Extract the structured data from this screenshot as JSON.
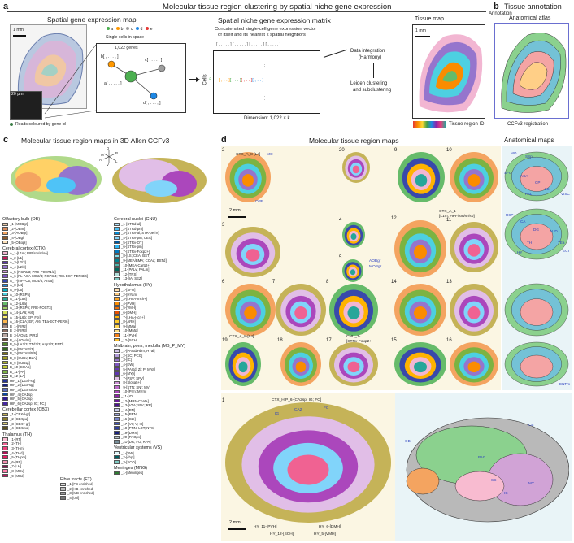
{
  "figure": {
    "panel_a": {
      "label": "a",
      "title": "Molecular tissue region clustering by spatial niche gene expression",
      "spatial_map_title": "Spatial gene expression map",
      "scale_1mm": "1 mm",
      "scale_20um": "20 μm",
      "reads_caption": "Reads coloured by gene id",
      "single_cells_title": "Single cells in space",
      "cell_legend": [
        "a",
        "b",
        "c",
        "d",
        "e"
      ],
      "genes_label": "1,022 genes",
      "vec_a": "a[ , . . . , ]",
      "vec_b": "b[ , . . . , ]",
      "vec_c": "c[ , . . . , ]",
      "vec_d": "d[ , . . . , ]",
      "matrix_title": "Spatial niche gene expression matrix",
      "matrix_sub1": "Concatenated single-cell gene expression vector",
      "matrix_sub2": "of itself and its nearest k spatial neighbors",
      "cells_axis": "Cells",
      "row_a": "a",
      "dimension": "Dimension: 1,022 × k",
      "step1": "Data integration",
      "step1b": "(Harmony)",
      "step2": "Leiden clustering",
      "step2b": "and subclustering",
      "tissue_map_title": "Tissue map",
      "annotation_label": "Annotation",
      "tissue_region_id": "Tissue region ID"
    },
    "panel_b": {
      "label": "b",
      "title": "Tissue annotation",
      "atlas_title": "Anatomical atlas",
      "registration": "CCFv3 registration"
    },
    "panel_c": {
      "label": "c",
      "title": "Molecular tissue region maps in 3D Allen CCFv3",
      "axes": [
        "D",
        "P",
        "A",
        "M",
        "L",
        "V"
      ],
      "groups": [
        {
          "name": "Olfactory bulb (OB)",
          "items": [
            {
              "label": "_1-[MOBgr]",
              "color": "#e7c9a9"
            },
            {
              "label": "_2-[OBml]",
              "color": "#d98c5f"
            },
            {
              "label": "_3-[AOBgr]",
              "color": "#f4a460"
            },
            {
              "label": "_4-[OBgl]",
              "color": "#8b5a2b"
            },
            {
              "label": "_5-[OBopl]",
              "color": "#fce0b8"
            }
          ]
        },
        {
          "name": "Cerebral cortex (CTX)",
          "items": [
            {
              "label": "A_1-[L1m; PIR/sm/sr/so]",
              "color": "#f2b6d2"
            },
            {
              "label": "A_2-[L1]",
              "color": "#c2185b"
            },
            {
              "label": "A_3-[L2/3]",
              "color": "#5e35b1"
            },
            {
              "label": "A_4-[L2/3]",
              "color": "#9575cd"
            },
            {
              "label": "A_5-[RSP2/3; PRE-POST1/2]",
              "color": "#ce93d8"
            },
            {
              "label": "A_6-[PL-ACA-MO2/4; RSP3/4; TEa-ECT-PERI3/4]",
              "color": "#7e57c2"
            },
            {
              "label": "A_7-[mPFC5; MO4/5; AI4/5]",
              "color": "#3949ab"
            },
            {
              "label": "A_8-[L4]",
              "color": "#1e88e5"
            },
            {
              "label": "A_9-[L5]",
              "color": "#00acc1"
            },
            {
              "label": "A_10-[RSP5]",
              "color": "#4dd0e1"
            },
            {
              "label": "A_11-[L5a]",
              "color": "#26a69a"
            },
            {
              "label": "A_12-[L6a]",
              "color": "#66bb6a"
            },
            {
              "label": "A_13-[RSP6; PRE-POST3]",
              "color": "#9ccc65"
            },
            {
              "label": "A_14-[LA6; AI6]",
              "color": "#d4e157"
            },
            {
              "label": "A_15-[L6b; EP; FbI]",
              "color": "#fff176"
            },
            {
              "label": "A_16-[CLA; EP; AI6; TEa-ECT-PERI6]",
              "color": "#ffb74d"
            },
            {
              "label": "B_1-[PIR2]",
              "color": "#a1887f"
            },
            {
              "label": "B_2-[PIR3]",
              "color": "#8d6e63"
            },
            {
              "label": "B_3-[AON1; PIR2]",
              "color": "#bcaaa4"
            },
            {
              "label": "B_4-[AON/m]",
              "color": "#6d4c41"
            },
            {
              "label": "B_5-[LA2/3; TTd2/3; AI/p2/3; ENTl]",
              "color": "#558b2f"
            },
            {
              "label": "B_6-[ENTm2/3]",
              "color": "#33691e"
            },
            {
              "label": "B_7-[ENTm4/5/6]",
              "color": "#827717"
            },
            {
              "label": "B_8-[SUBv; BLA]",
              "color": "#9e9d24"
            },
            {
              "label": "B_9-[SUBsp]",
              "color": "#afb42b"
            },
            {
              "label": "B_10-[COAp]",
              "color": "#c0ca33"
            },
            {
              "label": "B_11-[PA]",
              "color": "#7cb342"
            },
            {
              "label": "B_12-[LA]",
              "color": "#aed581"
            },
            {
              "label": "HIP_1-[DGsl-sg]",
              "color": "#283593"
            },
            {
              "label": "HIP_2-[DGr-sg]",
              "color": "#1a237e"
            },
            {
              "label": "HIP_3-[DGmo/po]",
              "color": "#5c6bc0"
            },
            {
              "label": "HIP_4-[CA1sp]",
              "color": "#0d47a1"
            },
            {
              "label": "HIP_5-[CA3sp]",
              "color": "#311b92"
            },
            {
              "label": "HIP_6-[CA2sp; IG; FC]",
              "color": "#4527a0"
            }
          ]
        },
        {
          "name": "Cerebellar cortex (CBX)",
          "items": [
            {
              "label": "_1-[CBXd-gr]",
              "color": "#c5b358"
            },
            {
              "label": "_2-[CBXpu]",
              "color": "#8a7b2c"
            },
            {
              "label": "_3-[CBXv-gr]",
              "color": "#dcd078"
            },
            {
              "label": "_4-[CBXmo]",
              "color": "#5d5320"
            }
          ]
        },
        {
          "name": "Thalamus (TH)",
          "items": [
            {
              "label": "_1-[RT]",
              "color": "#f8bbd0"
            },
            {
              "label": "_2-[TH]",
              "color": "#f06292"
            },
            {
              "label": "_3-[THm]",
              "color": "#ec407a"
            },
            {
              "label": "_4-[THd]",
              "color": "#ad1457"
            },
            {
              "label": "_5-[THpm]",
              "color": "#e91e63"
            },
            {
              "label": "_6-[RE]",
              "color": "#f48fb1"
            },
            {
              "label": "_7-[LH]",
              "color": "#880e4f"
            },
            {
              "label": "_8-[MHv]",
              "color": "#ff80ab"
            },
            {
              "label": "_9-[MHd]",
              "color": "#c51162"
            }
          ]
        },
        {
          "name": "Fibre tracts (FT)",
          "items": [
            {
              "label": "_1-[FB enriched]",
              "color": "#e0e0e0"
            },
            {
              "label": "_2-[HB enriched]",
              "color": "#bdbdbd"
            },
            {
              "label": "_3-[MB enriched]",
              "color": "#9e9e9e"
            },
            {
              "label": "_4-[onl]",
              "color": "#757575"
            }
          ]
        },
        {
          "name": "Cerebral nuclei (CNU)",
          "items": [
            {
              "label": "_1-[STRd-al]",
              "color": "#b3e5fc"
            },
            {
              "label": "_2-[STRd-pm]",
              "color": "#4fc3f7"
            },
            {
              "label": "_3-[STRv-al; STR-periV]",
              "color": "#0288d1"
            },
            {
              "label": "_4-[STRv-pm; CEA]",
              "color": "#81d4fa"
            },
            {
              "label": "_5-[STRv-OT]",
              "color": "#01579b"
            },
            {
              "label": "_6-[STRv-pm]",
              "color": "#29b6f6"
            },
            {
              "label": "_7-[STRv-Foxp2+]",
              "color": "#0277bd"
            },
            {
              "label": "_8-[LS; CEA; BST]",
              "color": "#80deea"
            },
            {
              "label": "_9-[MEA/BMA; COAa; BSTd]",
              "color": "#00838f"
            },
            {
              "label": "_10-[MEA-Cartpt+]",
              "color": "#4db6ac"
            },
            {
              "label": "_11-[PALv; PALm]",
              "color": "#00695c"
            },
            {
              "label": "_12-[TRS]",
              "color": "#b2dfdb"
            },
            {
              "label": "_13-[IA; SEZ]",
              "color": "#80cbc4"
            }
          ]
        },
        {
          "name": "Hypothalamus (HY)",
          "items": [
            {
              "label": "_1-[SFO]",
              "color": "#ffe0b2"
            },
            {
              "label": "_2-[HYam]",
              "color": "#ffcc80"
            },
            {
              "label": "_3-[LHA-Pmch+]",
              "color": "#ffa726"
            },
            {
              "label": "_4-[PVH]",
              "color": "#fb8c00"
            },
            {
              "label": "_5-[VMH]",
              "color": "#ef6c00"
            },
            {
              "label": "_6-[DMH]",
              "color": "#e65100"
            },
            {
              "label": "_7-[LHA-Hcrt+]",
              "color": "#ffb300"
            },
            {
              "label": "_8-[ARH]",
              "color": "#ffca28"
            },
            {
              "label": "_9-[MMa]",
              "color": "#ffd54f"
            },
            {
              "label": "_10-[MMp]",
              "color": "#ffe082"
            },
            {
              "label": "_11-[PVH]",
              "color": "#f57f17"
            },
            {
              "label": "_12-[SCH]",
              "color": "#fbc02d"
            }
          ]
        },
        {
          "name": "Midbrain, pons, medulla (MB_P_MY)",
          "items": [
            {
              "label": "_1-[PAGd/Hbm; HYal]",
              "color": "#d1c4e9"
            },
            {
              "label": "_2-[SC; PCG]",
              "color": "#b39ddb"
            },
            {
              "label": "_3-[IC]",
              "color": "#9575cd"
            },
            {
              "label": "_4-[EW]",
              "color": "#7e57c2"
            },
            {
              "label": "_5-[PAGd; Zi; P; MYa]",
              "color": "#673ab7"
            },
            {
              "label": "_6-[MYp]",
              "color": "#5e35b1"
            },
            {
              "label": "_7-[PSV; SPV]",
              "color": "#e1bee7"
            },
            {
              "label": "_8-[Slc6a5+]",
              "color": "#ce93d8"
            },
            {
              "label": "_9-[STN; SNr; MV]",
              "color": "#ba68c8"
            },
            {
              "label": "_10-[Prm; MYm]",
              "color": "#ab47bc"
            },
            {
              "label": "_11-[IO]",
              "color": "#8e24aa"
            },
            {
              "label": "_12-[MRN-Chat+]",
              "color": "#6a1b9a"
            },
            {
              "label": "_13-[VTA; SNc; RR]",
              "color": "#4a148c"
            },
            {
              "label": "_14-[PN]",
              "color": "#c5cae9"
            },
            {
              "label": "_15-[PRN]",
              "color": "#9fa8da"
            },
            {
              "label": "_16-[CLI]",
              "color": "#7986cb"
            },
            {
              "label": "_17-[VII; V; III]",
              "color": "#3f51b5"
            },
            {
              "label": "_18-[PRN; LDT; NTS]",
              "color": "#303f9f"
            },
            {
              "label": "_19-[DMX]",
              "color": "#1a237e"
            },
            {
              "label": "_20-[PAGpv]",
              "color": "#b0bec5"
            },
            {
              "label": "_21-[DR; FO; RPA]",
              "color": "#78909c"
            }
          ]
        },
        {
          "name": "Ventricular systems (VS)",
          "items": [
            {
              "label": "_1-[VW]",
              "color": "#e0f7fa"
            },
            {
              "label": "_2-[chpl]",
              "color": "#006064"
            },
            {
              "label": "_3-[SCO]",
              "color": "#80cbc4"
            }
          ]
        },
        {
          "name": "Meninges (MNG)",
          "items": [
            {
              "label": "_1-[Meninges]",
              "color": "#2e7d32"
            }
          ]
        }
      ]
    },
    "panel_d": {
      "label": "d",
      "title": "Molecular tissue region maps",
      "atlas_title": "Anatomical maps",
      "scale_2mm": "2 mm",
      "slice_numbers": [
        "2",
        "20",
        "9",
        "10",
        "3",
        "4",
        "12",
        "11",
        "5",
        "6",
        "7",
        "8",
        "14",
        "13",
        "19",
        "18",
        "17",
        "15",
        "16",
        "1"
      ],
      "annotations": {
        "ctx_a8": "CTX_A_8-[L4]",
        "mo": "MO",
        "opb": "OPB",
        "ctx_a1": "CTX_A_1-",
        "ctx_a1b": "[L1m; HPF/sm/sr/so]",
        "aobgr": "AOBgr",
        "mobgr": "MOBgr",
        "cnu7": "CNU_7-",
        "cnu7b": "[STRv-Foxp2+]",
        "ctx_a8b": "CTX_A_8-[L4]",
        "ctx_hip6": "CTX_HIP_6-[CA2sp; IG; FC]",
        "ig": "IG",
        "ca2": "CA2",
        "fc": "FC",
        "hy11": "HY_11-[PVH]",
        "hy12": "HY_12-[SCH]",
        "hy6": "HY_6-[DMH]",
        "hy5": "HY_5-[VMH]"
      },
      "atlas_labels": [
        "MO",
        "SSp",
        "SFO",
        "ACA",
        "CP",
        "PAL",
        "RSP",
        "CA",
        "DG",
        "TH",
        "HY",
        "OB",
        "CB",
        "IC",
        "SC",
        "PAG",
        "MY",
        "ENTm",
        "LS",
        "VISC",
        "AUD",
        "TEa",
        "ECT"
      ]
    }
  }
}
